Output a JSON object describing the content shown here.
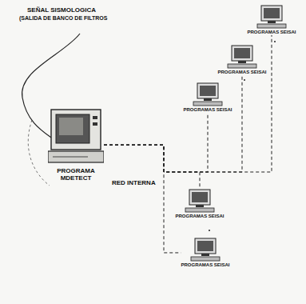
{
  "diagram": {
    "nodes": [
      {
        "text": [
          "PROGRAMA MDETECT"
        ]
      },
      {
        "text": [
          "PROGRAMAS SEISAI"
        ]
      },
      {
        "text": [
          "PROGRAMAS SEISAI"
        ]
      },
      {
        "text": [
          "PROGRAMAS SEISAI"
        ]
      },
      {
        "text": [
          "PROGRAMAS SEISAI"
        ]
      },
      {
        "text": [
          "PROGRAMAS SEISAI"
        ]
      }
    ],
    "edges": [
      {
        "from": 0,
        "to": 1,
        "arrow": "none"
      },
      {
        "from": 0,
        "to": 2,
        "arrow": "none"
      },
      {
        "from": 0,
        "to": 3,
        "arrow": "none"
      },
      {
        "from": 0,
        "to": 4,
        "arrow": "none",
        "label": "RED INTERNA"
      },
      {
        "from": 0,
        "to": 5,
        "arrow": "none"
      }
    ],
    "labels": [
      "SEÑAL SISMOLOGICA",
      "(SALIDA DE BANCO DE FILTROS"
    ]
  }
}
